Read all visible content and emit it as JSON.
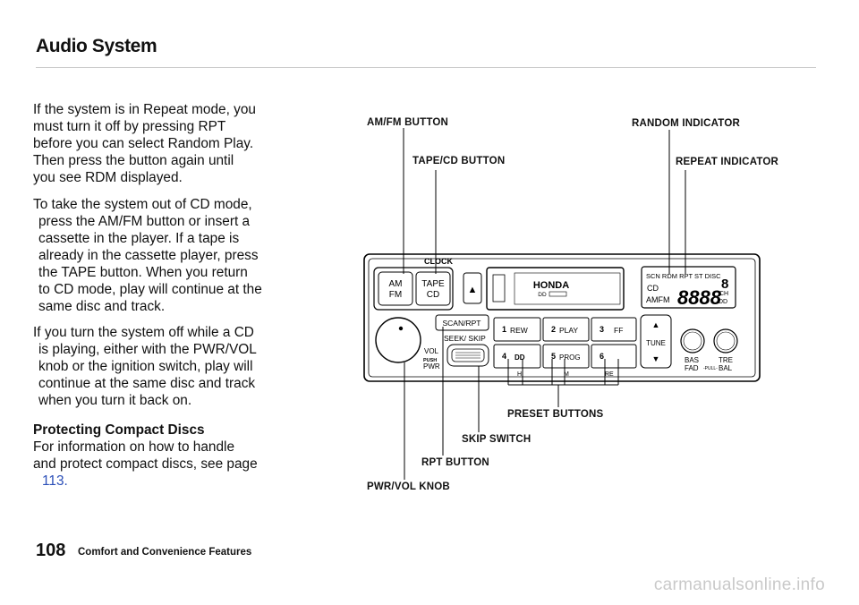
{
  "header": {
    "title": "Audio System"
  },
  "body": {
    "p1": [
      "If the system is in Repeat mode, you",
      "must turn it off by pressing RPT",
      "before you can select Random Play.",
      "Then press the button again until",
      "you see RDM displayed."
    ],
    "p2": [
      "To take the system out of CD mode,",
      "press the AM/FM button or insert a",
      "cassette in the player. If a tape is",
      "already in the cassette player, press",
      "the TAPE button. When you return",
      "to CD mode, play will continue at the",
      "same disc and track."
    ],
    "p3": [
      "If you turn the system off while a CD",
      "is playing, either with the PWR/VOL",
      "knob or the ignition switch, play will",
      "continue at the same disc and track",
      "when you turn it back on."
    ],
    "p4_heading": "Protecting Compact Discs",
    "p4": [
      "For information on how to handle",
      "and protect compact discs, see page"
    ],
    "p4_link": "113."
  },
  "callouts": {
    "amfm": "AM/FM BUTTON",
    "tapecd": "TAPE/CD BUTTON",
    "random": "RANDOM INDICATOR",
    "repeat": "REPEAT INDICATOR",
    "preset": "PRESET BUTTONS",
    "skip": "SKIP SWITCH",
    "rpt": "RPT BUTTON",
    "pwrvol": "PWR/VOL KNOB"
  },
  "radio": {
    "clock": "CLOCK",
    "am": "AM",
    "fm": "FM",
    "tape": "TAPE",
    "cd": "CD",
    "eject": "▲",
    "brand": "HONDA",
    "dolby": "DD",
    "disp_top": "SCN RDM RPT ST DISC",
    "disp_cd": "CD",
    "disp_amfm": "AMFM",
    "disp_digits": "8888",
    "disp_disc": "8",
    "disp_ch": "CH",
    "disp_dd": "DD",
    "scan_rpt": "SCAN/RPT",
    "seek_skip": "SEEK/ SKIP",
    "vol": "VOL",
    "push": "PUSH",
    "pwr": "PWR",
    "presets": [
      {
        "num": "1",
        "label": "REW"
      },
      {
        "num": "2",
        "label": "PLAY"
      },
      {
        "num": "3",
        "label": "FF"
      },
      {
        "num": "4",
        "label": "DD"
      },
      {
        "num": "5",
        "label": "PROG"
      },
      {
        "num": "6",
        "label": ""
      }
    ],
    "tune_up": "▲",
    "tune": "TUNE",
    "tune_down": "▼",
    "bas": "BAS",
    "tre": "TRE",
    "fad": "FAD",
    "pull": "-PULL-",
    "bal": "BAL",
    "h": "H",
    "m": "M",
    "re": "RE"
  },
  "footer": {
    "page_number": "108",
    "section": "Comfort and Convenience Features"
  },
  "watermark": "carmanualsonline.info"
}
